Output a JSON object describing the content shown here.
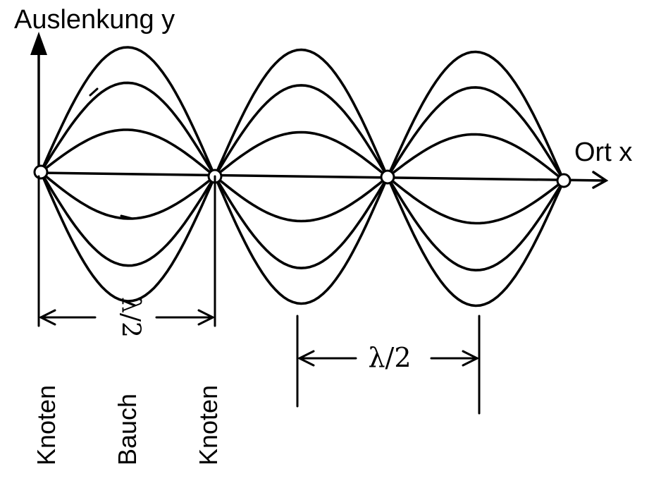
{
  "axes": {
    "y_label": "Auslenkung y",
    "x_label": "Ort x"
  },
  "annotations": {
    "left_span": "λ/2",
    "right_span": "λ/2"
  },
  "labels": {
    "knoten_left": "Knoten",
    "bauch": "Bauch",
    "knoten_right": "Knoten"
  },
  "wave": {
    "nodes": 4,
    "amplitude_levels": [
      1.0,
      0.72,
      0.35
    ]
  }
}
